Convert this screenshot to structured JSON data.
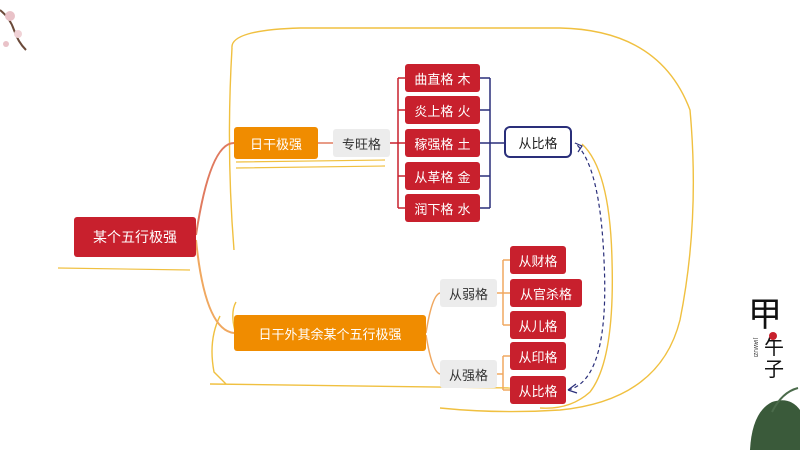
{
  "root": {
    "label": "某个五行极强"
  },
  "branch_day_strong": {
    "label": "日干极强"
  },
  "zhuanwang": {
    "label": "专旺格"
  },
  "zhuanwang_items": [
    {
      "label": "曲直格 木"
    },
    {
      "label": "炎上格 火"
    },
    {
      "label": "稼强格 土"
    },
    {
      "label": "从革格 金"
    },
    {
      "label": "润下格 水"
    }
  ],
  "congbi_top": {
    "label": "从比格"
  },
  "branch_other": {
    "label": "日干外其余某个五行极强"
  },
  "congruo": {
    "label": "从弱格"
  },
  "congruo_items": [
    {
      "label": "从财格"
    },
    {
      "label": "从官杀格"
    },
    {
      "label": "从儿格"
    }
  ],
  "congqiang": {
    "label": "从强格"
  },
  "congqiang_items": [
    {
      "label": "从印格"
    },
    {
      "label": "从比格"
    }
  ],
  "logo": {
    "text": "甲午子",
    "sub": "JIAWUZI"
  },
  "colors": {
    "red": "#c8202d",
    "orange": "#f08c00",
    "connector": "#e8a060",
    "handdrawn": "#f0c040",
    "arrow": "#2a2f7a"
  }
}
